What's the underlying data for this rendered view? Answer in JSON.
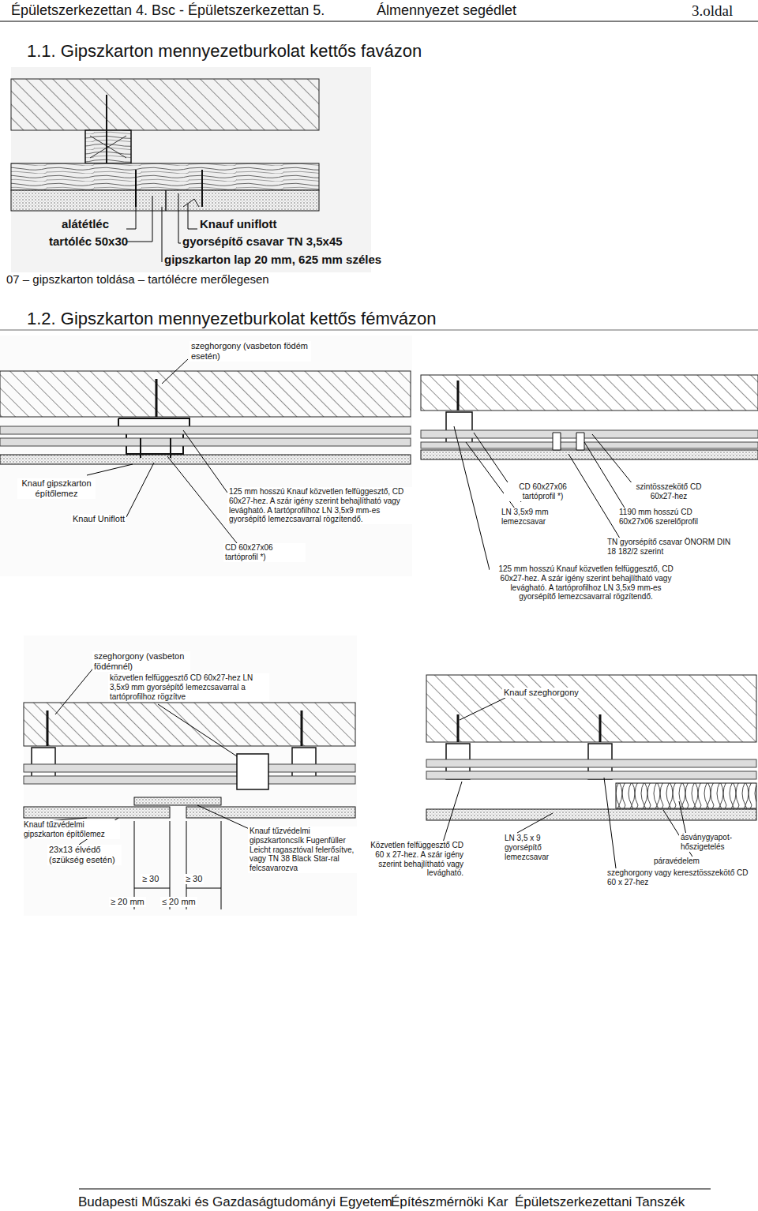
{
  "diagram": {
    "labels": [
      "Épületszerkezettan 4. Bsc - Épületszerkezettan 5.",
      "Álmennyezet segédlet",
      "3.oldal",
      "1.1. Gipszkarton mennyezetburkolat kettős favázon",
      "alátétléc",
      "tartóléc 50x30",
      "Knauf uniflott",
      "gyorsépítő csavar TN 3,5x45",
      "gipszkarton lap 20 mm, 625 mm széles",
      "07 – gipszkarton toldása – tartólécre merőlegesen",
      "1.2. Gipszkarton mennyezetburkolat kettős fémvázon",
      "szeghorgony (vasbeton födém esetén)",
      "Knauf gipszkarton építőlemez",
      "Knauf Uniflott",
      "125 mm hosszú Knauf közvetlen felfüggesztő, CD 60x27-hez. A szár igény szerint behajlítható vagy levágható. A tartóprofilhoz LN 3,5x9 mm-es gyorsépítő lemezcsavarral rögzítendő.",
      "CD 60x27x06 tartóprofil *)",
      "CD 60x27x06 tartóprofil *)",
      "LN 3,5x9 mm lemezcsavar",
      "szintösszekötő CD 60x27-hez",
      "1190 mm hosszú CD 60x27x06 szerelőprofil",
      "TN gyorsépítő csavar ÖNORM DIN 18 182/2 szerint",
      "125 mm hosszú Knauf közvetlen felfüggesztő, CD 60x27-hez. A szár igény szerint behajlítható vagy levágható. A tartóprofilhoz LN 3,5x9 mm-es gyorsépítő lemezcsavarral rögzítendő.",
      "szeghorgony (vasbeton födémnél)",
      "közvetlen felfüggesztő CD 60x27-hez LN 3,5x9 mm gyorsépítő lemezcsavarral a tartóprofilhoz rögzítve",
      "Knauf szeghorgony",
      "Knauf tűzvédelmi gipszkarton építőlemez",
      "23x13 élvédő (szükség esetén)",
      "≥ 30",
      "≥ 30",
      "≥ 20 mm",
      "≤ 20 mm",
      "Knauf tűzvédelmi gipszkartoncsík Fugenfüller Leicht ragasztóval felerősítve, vagy TN 38 Black Star-ral felcsavarozva",
      "Közvetlen felfüggesztő CD 60 x 27-hez. A szár igény szerint behajlítható vagy levágható.",
      "LN 3,5 x 9 gyorsépítő lemezcsavar",
      "ásványgyapot-hőszigetelés",
      "páravédelem",
      "szeghorgony vagy keresztösszekötő CD 60 x 27-hez",
      "Budapesti Műszaki és Gazdaságtudományi Egyetem",
      "Építészmérnöki Kar",
      "Épületszerkezettani Tanszék"
    ]
  }
}
